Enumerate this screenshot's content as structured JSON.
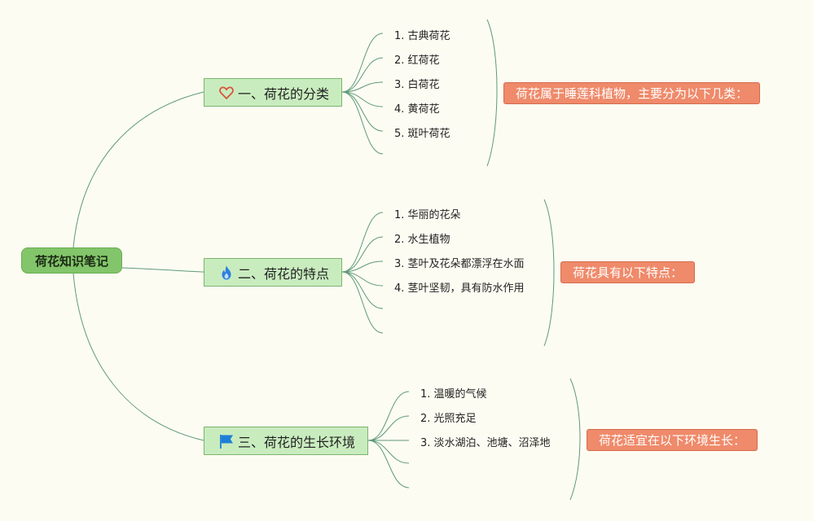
{
  "root": {
    "label": "荷花知识笔记"
  },
  "topics": [
    {
      "icon": "heart-icon",
      "label": "一、荷花的分类",
      "leaves": [
        "1. 古典荷花",
        "2. 红荷花",
        "3. 白荷花",
        "4. 黄荷花",
        "5. 斑叶荷花"
      ],
      "note": "荷花属于睡莲科植物，主要分为以下几类："
    },
    {
      "icon": "fire-icon",
      "label": "二、荷花的特点",
      "leaves": [
        "1. 华丽的花朵",
        "2. 水生植物",
        "3. 茎叶及花朵都漂浮在水面",
        "4. 茎叶坚韧，具有防水作用"
      ],
      "note": "荷花具有以下特点："
    },
    {
      "icon": "flag-icon",
      "label": "三、荷花的生长环境",
      "leaves": [
        "1. 温暖的气候",
        "2. 光照充足",
        "3. 淡水湖泊、池塘、沼泽地"
      ],
      "note": "荷花适宜在以下环境生长："
    }
  ],
  "colors": {
    "background": "#fdfcf2",
    "root_fill": "#82c56a",
    "topic_fill": "#c9ecbf",
    "note_fill": "#ef8a6a",
    "connector": "#5e9a7a",
    "heart": "#d8543a",
    "fire": "#2f7fe0",
    "flag": "#1f7fd6"
  }
}
